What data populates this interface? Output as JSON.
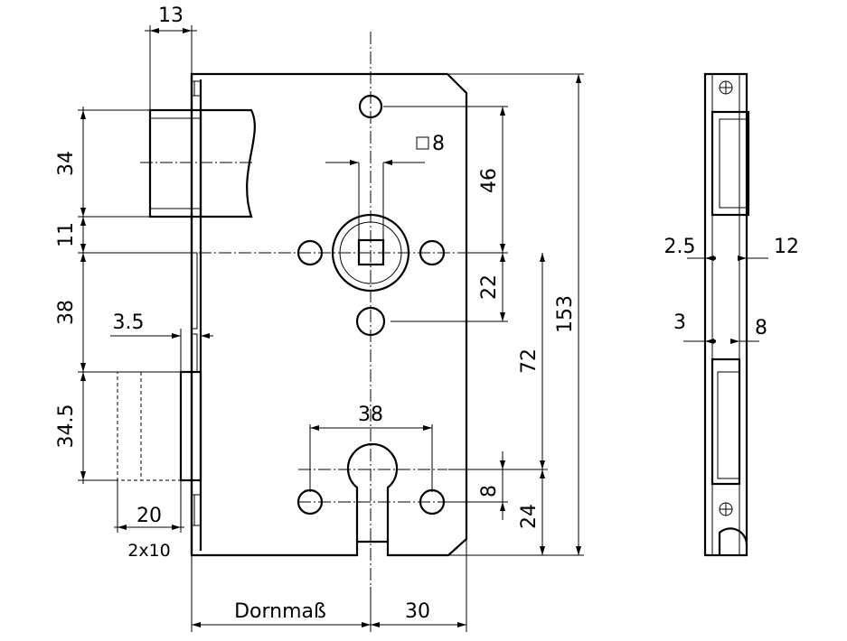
{
  "dimensions": {
    "d13": "13",
    "d34": "34",
    "d11": "11",
    "d38_left": "38",
    "d3_5": "3.5",
    "d34_5": "34.5",
    "d20": "20",
    "d2x10": "2x10",
    "d_square8": "8",
    "d46": "46",
    "d22": "22",
    "d72": "72",
    "d153": "153",
    "d38_cyl": "38",
    "d8_cyl": "8",
    "d24": "24",
    "dornmass": "Dornmaß",
    "d30": "30",
    "d2_5": "2.5",
    "d12": "12",
    "d3": "3",
    "d8_side": "8"
  },
  "colors": {
    "line": "#000000",
    "background": "#ffffff"
  }
}
